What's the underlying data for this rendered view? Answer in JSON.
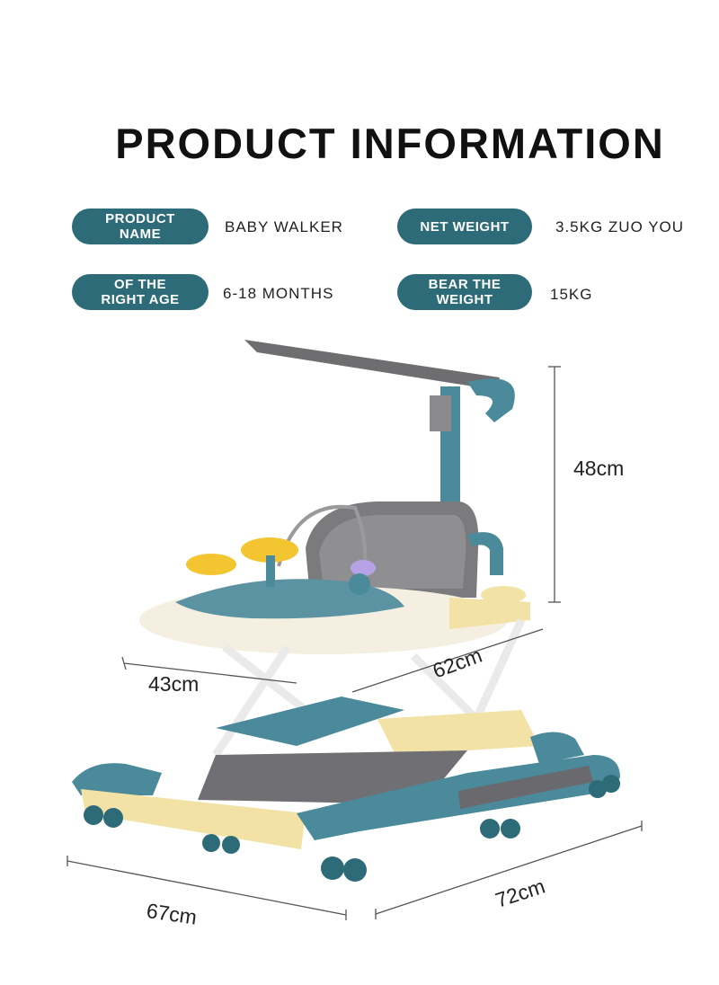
{
  "header": {
    "title": "PRODUCT INFORMATION"
  },
  "specs": [
    {
      "label": "PRODUCT\nNAME",
      "value": "BABY WALKER"
    },
    {
      "label": "NET WEIGHT",
      "value": "3.5KG ZUO YOU"
    },
    {
      "label": "OF THE\nRIGHT AGE",
      "value": "6-18 MONTHS"
    },
    {
      "label": "BEAR THE\nWEIGHT",
      "value": "15KG"
    }
  ],
  "dimensions": {
    "height": "48cm",
    "seat_width": "43cm",
    "seat_depth": "62cm",
    "base_width": "67cm",
    "base_length": "72cm"
  },
  "colors": {
    "accent": "#2e6b79",
    "walker_teal": "#4a8a9a",
    "walker_yellow": "#f3e2a6",
    "canopy_gray": "#6e6e70"
  }
}
